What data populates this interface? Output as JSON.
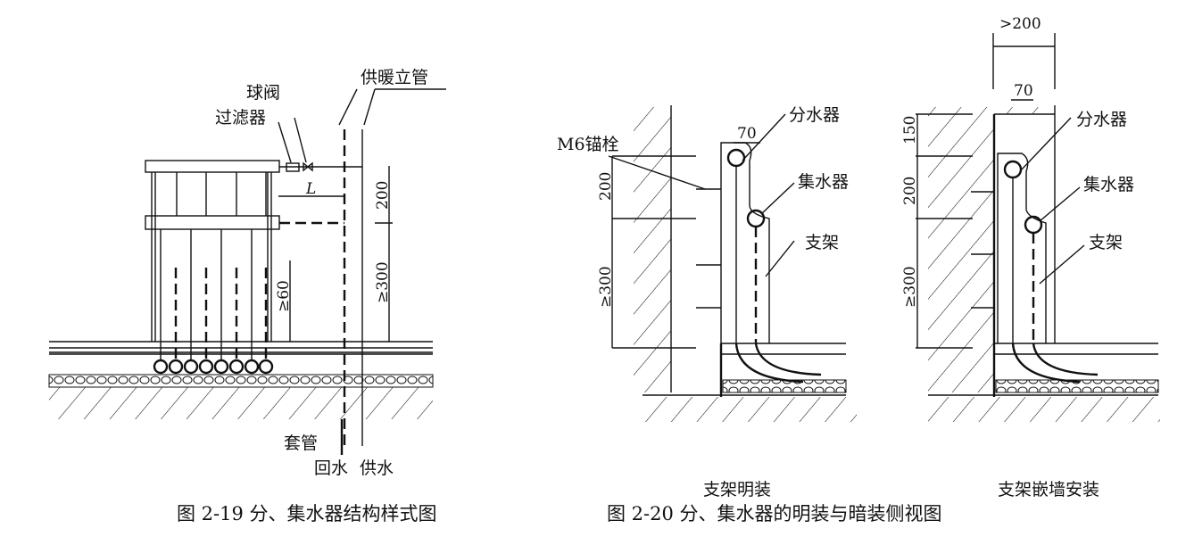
{
  "figure_219": {
    "caption": "图 2-19   分、集水器结构样式图",
    "labels": {
      "ball_valve": "球阀",
      "filter": "过滤器",
      "heating_riser": "供暖立管",
      "sleeve": "套管",
      "return_water": "回水",
      "supply_water": "供水",
      "L": "L"
    },
    "dims": {
      "d200": "200",
      "d300": "≥300",
      "d60": "≥60"
    }
  },
  "figure_220": {
    "caption": "图 2-20   分、集水器的明装与暗装侧视图",
    "exposed": {
      "subcaption": "支架明装",
      "anchor": "M6锚栓",
      "distributor": "分水器",
      "collector": "集水器",
      "bracket": "支架",
      "dims": {
        "d70": "70",
        "d200": "200",
        "d300": "≥300"
      }
    },
    "embedded": {
      "subcaption": "支架嵌墙安装",
      "distributor": "分水器",
      "collector": "集水器",
      "bracket": "支架",
      "dims": {
        "dgt200": ">200",
        "d70": "70",
        "d150": "150",
        "d200": "200",
        "d300": "≥300"
      }
    }
  }
}
